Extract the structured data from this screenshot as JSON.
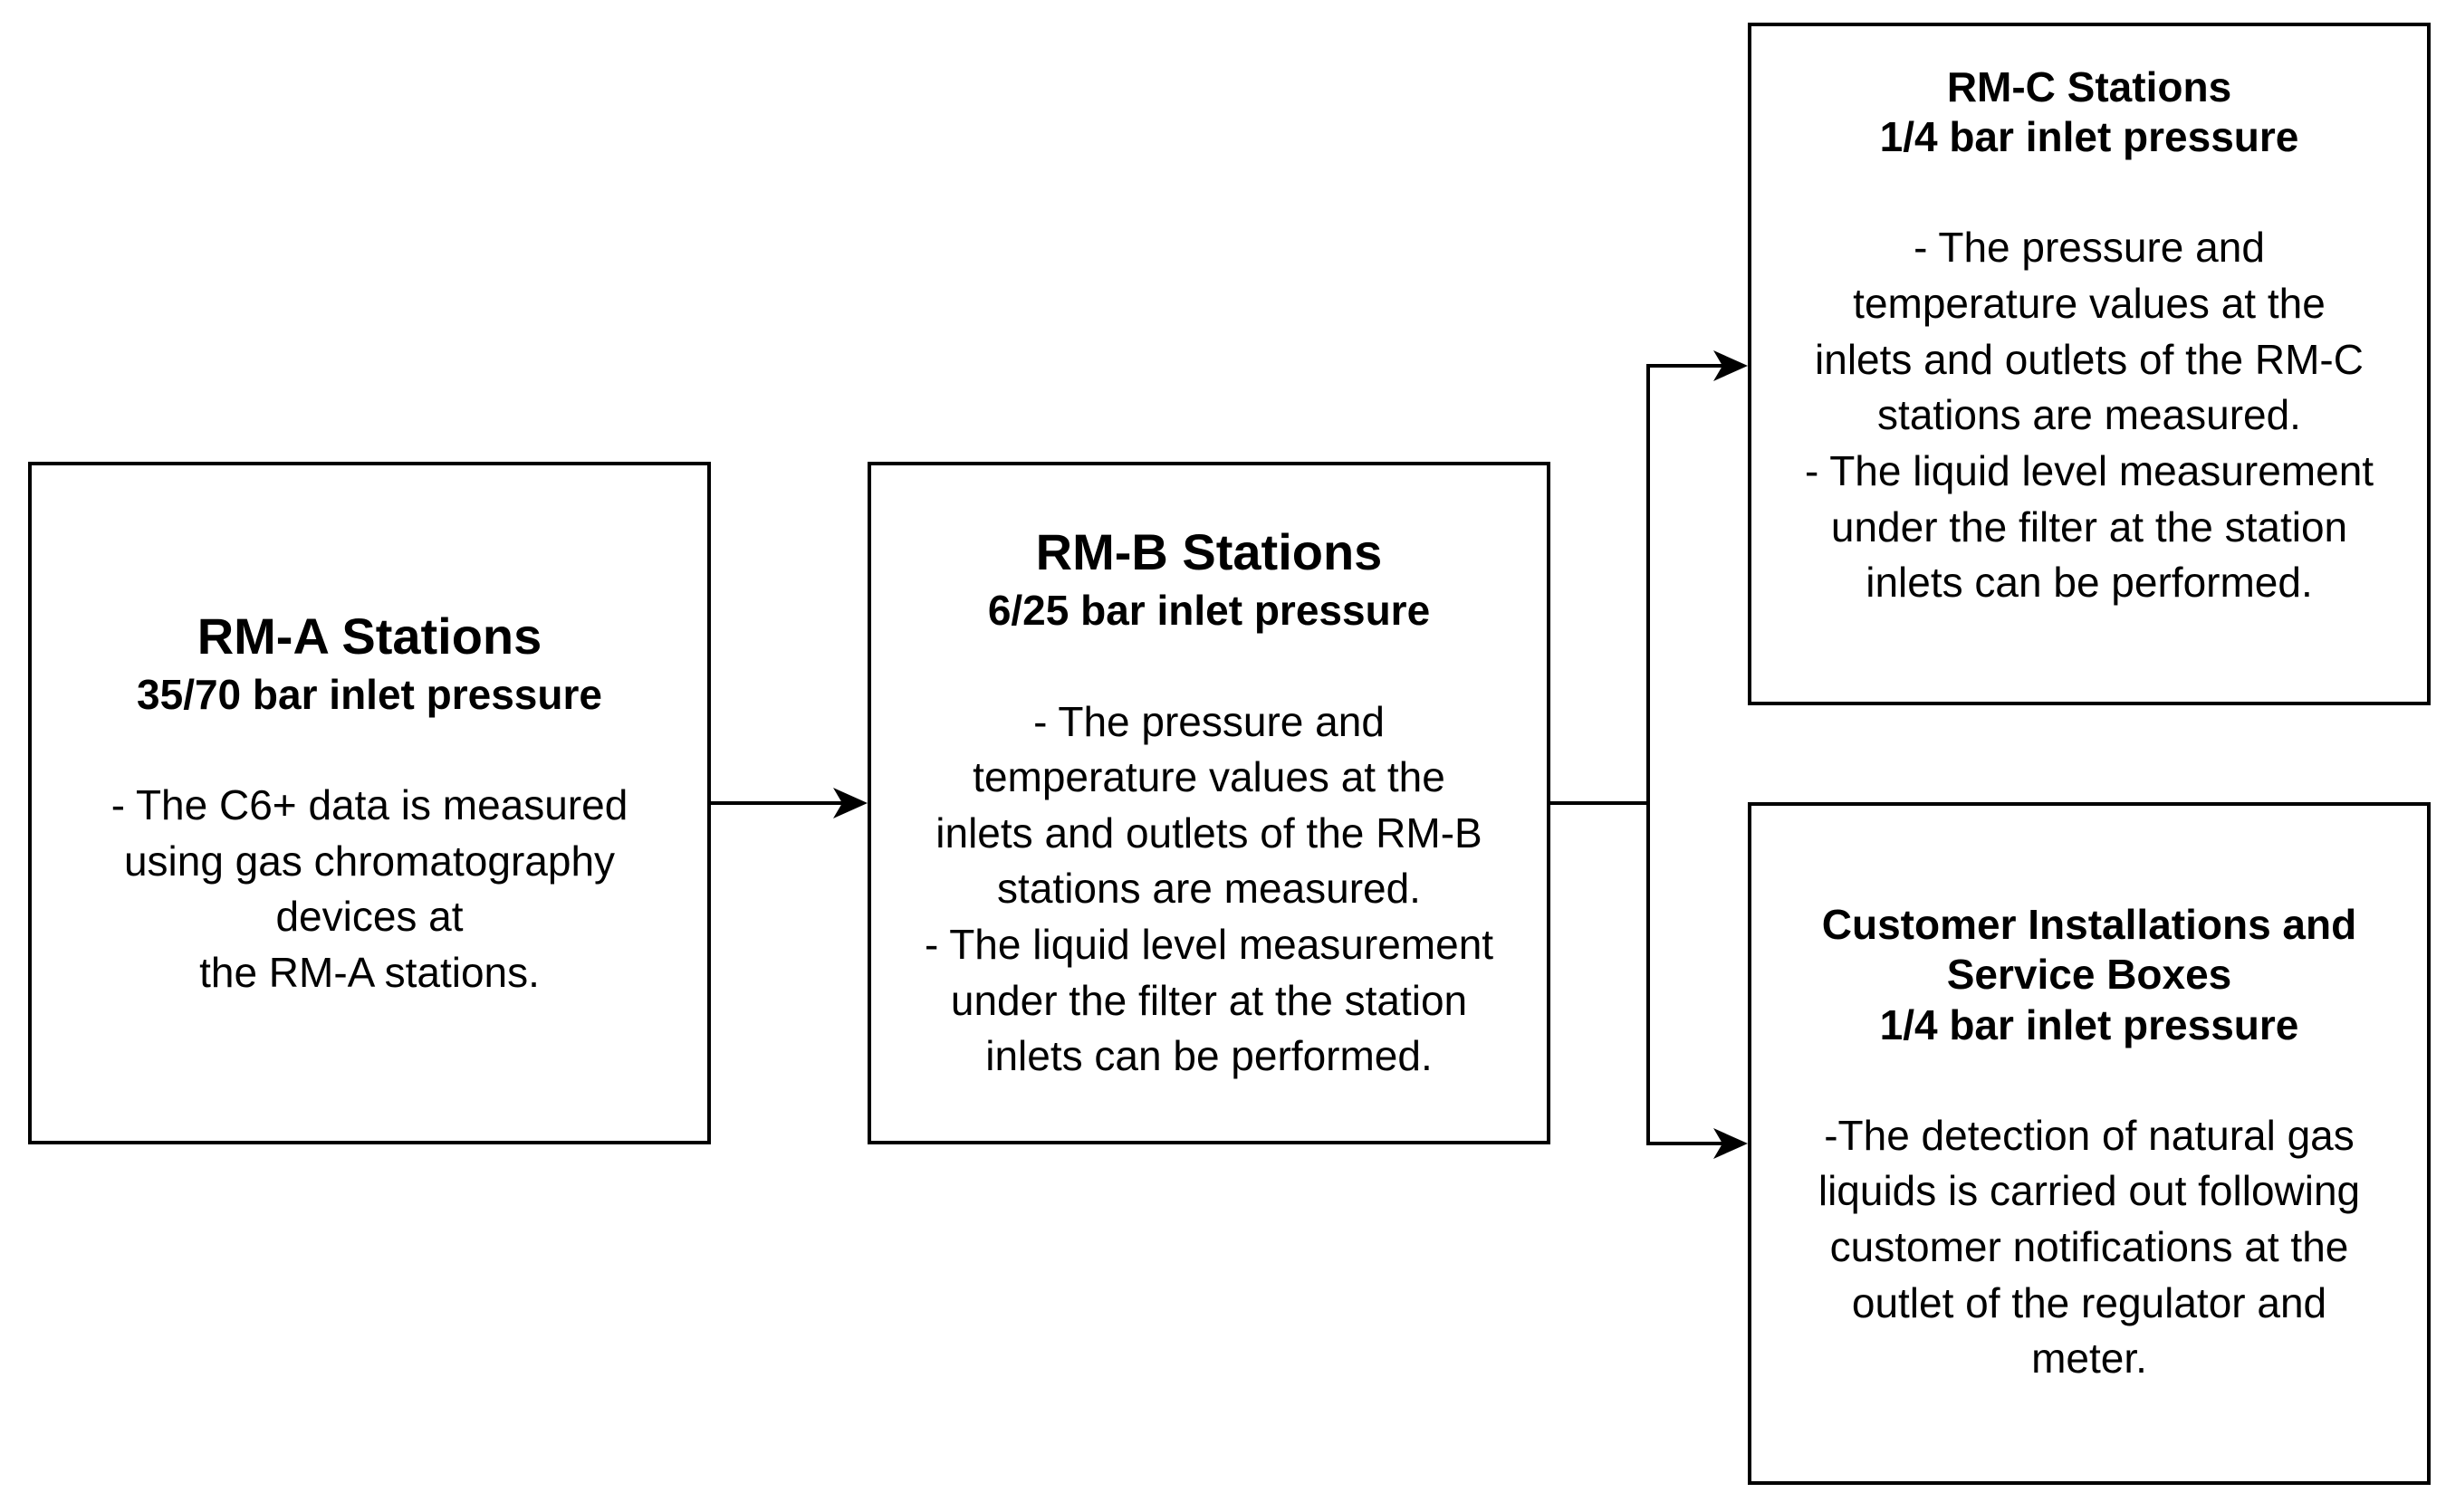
{
  "diagram": {
    "nodes": [
      {
        "id": "rm_a",
        "title": "RM-A Stations",
        "subtitle": "35/70 bar inlet pressure",
        "body": [
          "- The C6+ data is measured",
          "using gas chromatography",
          "devices at",
          "the RM-A stations."
        ]
      },
      {
        "id": "rm_b",
        "title": "RM-B Stations",
        "subtitle": "6/25 bar inlet pressure",
        "body": [
          "- The pressure and",
          "temperature values at the",
          "inlets and outlets of the RM-B",
          "stations are measured.",
          "- The liquid level measurement",
          "under the filter at the station",
          "inlets can be performed."
        ]
      },
      {
        "id": "rm_c",
        "title": "RM-C Stations",
        "subtitle": "1/4 bar inlet pressure",
        "body": [
          "- The pressure and",
          "temperature values at the",
          "inlets and outlets of the RM-C",
          "stations are measured.",
          "- The liquid level measurement",
          "under the filter at the station",
          "inlets can be performed."
        ]
      },
      {
        "id": "customer",
        "title": "Customer Installations and Service Boxes",
        "title_lines": [
          "Customer Installations and",
          "Service Boxes"
        ],
        "subtitle": "1/4 bar inlet pressure",
        "body": [
          "-The detection of natural gas",
          "liquids is carried out following",
          "customer notifications at the",
          "outlet of the regulator and",
          "meter."
        ]
      }
    ],
    "edges": [
      {
        "from": "rm_a",
        "to": "rm_b"
      },
      {
        "from": "rm_b",
        "to": "rm_c"
      },
      {
        "from": "rm_b",
        "to": "customer"
      }
    ]
  }
}
